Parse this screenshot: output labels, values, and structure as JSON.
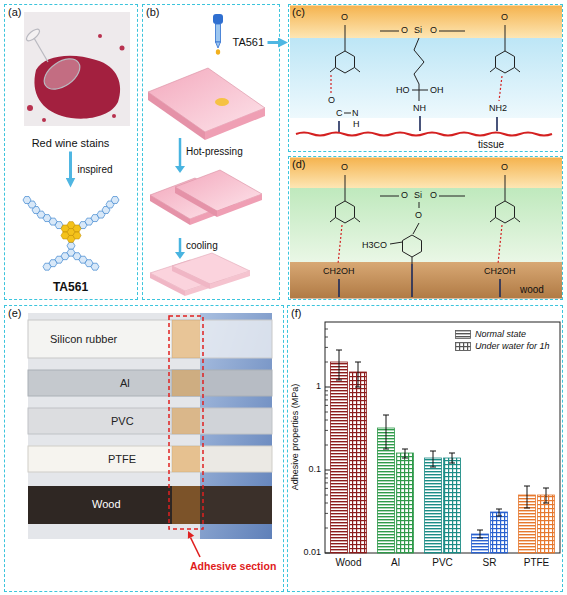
{
  "diagram": {
    "nodes": [
      {
        "text": [
          "(a)"
        ]
      },
      {
        "text": [
          "Red wine stains"
        ],
        "in": 0
      },
      {
        "text": [
          "TA561"
        ],
        "in": 0
      },
      {
        "text": [
          "(b)"
        ]
      },
      {
        "text": [
          "TA561"
        ],
        "in": 3
      },
      {
        "text": [
          "(c)"
        ]
      },
      {
        "text": [
          "(d)"
        ]
      },
      {
        "text": [
          "(e)"
        ]
      },
      {
        "text": [
          "(f)"
        ]
      }
    ],
    "edges": [
      {
        "from": 1,
        "to": 2,
        "arrow": "to",
        "label": "inspired"
      },
      {
        "from": 4,
        "to": 5,
        "arrow": "to"
      }
    ],
    "labels": [
      "Hot-pressing",
      "cooling",
      "O",
      "O",
      "O",
      "Si",
      "O",
      "HO",
      "OH",
      "O",
      "C",
      "N",
      "H",
      "NH",
      "NH2",
      "tissue",
      "O",
      "O",
      "O",
      "Si",
      "O",
      "O",
      "H3CO",
      "CH2OH",
      "CH2OH",
      "wood",
      "Silicon rubber",
      "Al",
      "PVC",
      "PTFE",
      "Wood",
      "Adhesive section",
      "Adhesive properties (MPa)",
      "0.01",
      "0.1",
      "1",
      "Wood",
      "Al",
      "PVC",
      "SR",
      "PTFE"
    ],
    "legend": [
      {
        "text": "Normal state"
      },
      {
        "text": "Under water for 1h"
      }
    ]
  }
}
